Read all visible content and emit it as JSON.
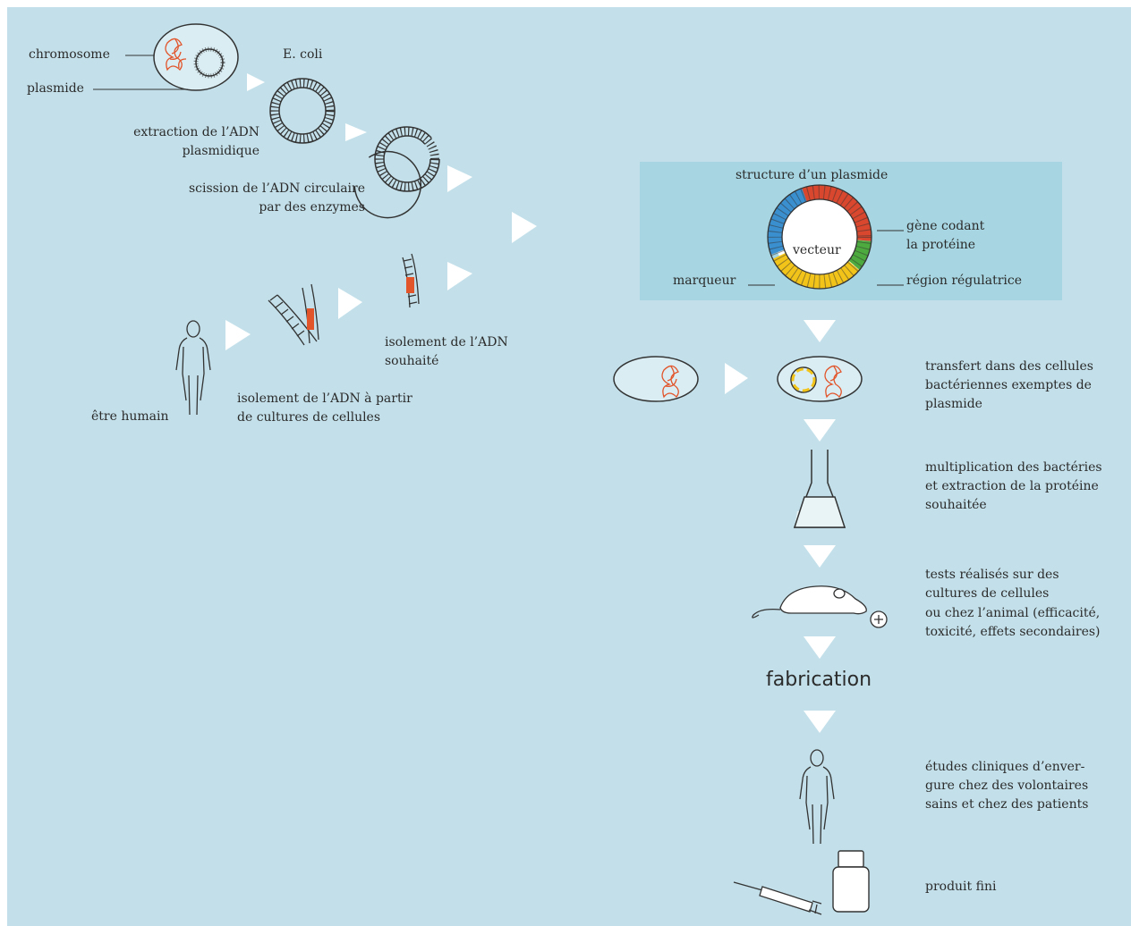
{
  "colors": {
    "background": "#c3e0ea",
    "panel": "#a7d6e2",
    "dna_red": "#e2542a",
    "segment_blue": "#3a8fcf",
    "segment_yellow": "#f2c41a",
    "segment_green": "#4caa3e",
    "segment_red": "#d8472e",
    "arrow": "#ffffff"
  },
  "labels": {
    "chromosome": "chromosome",
    "plasmide": "plasmide",
    "ecoli": "E. coli",
    "extraction_1": "extraction de l’ADN",
    "extraction_2": "plasmidique",
    "scission_1": "scission de l’ADN circulaire",
    "scission_2": "par des enzymes",
    "etre_humain": "être humain",
    "isolement_partir_1": "isolement de l’ADN à partir",
    "isolement_partir_2": "de cultures de cellules",
    "isolement_souhaite_1": "isolement de l’ADN",
    "isolement_souhaite_2": "souhaité"
  },
  "plasmid_structure": {
    "title": "structure d’un plasmide",
    "center_label": "vecteur",
    "gene_1": "gène codant",
    "gene_2": "la protéine",
    "marqueur": "marqueur",
    "region": "région régulatrice"
  },
  "steps": {
    "transfert": [
      "transfert dans des cellules",
      "bactériennes exemptes de",
      "plasmide"
    ],
    "multiplication": [
      "multiplication des bactéries",
      "et extraction de la protéine",
      "souhaitée"
    ],
    "tests": [
      "tests réalisés sur des",
      "cultures de cellules",
      "ou chez l’animal (efficacité,",
      "toxicité, effets secondaires)"
    ],
    "fabrication": "fabrication",
    "etudes": [
      "études cliniques d’enver-",
      "gure chez des volontaires",
      "sains et chez des patients"
    ],
    "produit": "produit fini"
  }
}
